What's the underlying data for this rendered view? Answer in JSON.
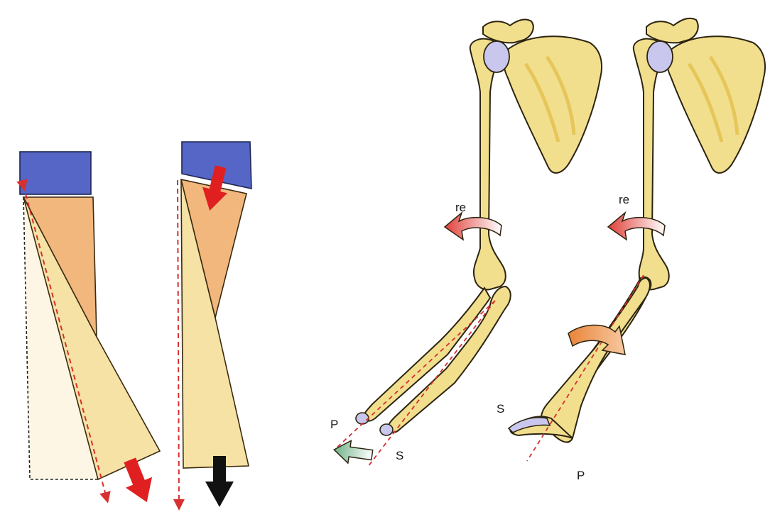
{
  "labels": {
    "left_arm_rotation": "re",
    "right_arm_rotation": "re",
    "left_arm_radius": "P",
    "left_arm_ulna": "S",
    "right_arm_ulna": "S",
    "right_arm_radius": "P"
  },
  "colors": {
    "block_blue": "#5566c6",
    "wedge_orange": "#f1b77d",
    "wedge_cream": "#f6e2a5",
    "ghost_cream": "#fdf6e4",
    "bone_fill": "#f2df8e",
    "bone_shade": "#e6c65a",
    "bone_outline": "#2c2410",
    "joint_lilac": "#c9c7ee",
    "arrow_red": "#e02020",
    "arrow_black": "#111111",
    "arrow_green": "#6fb287",
    "rotation_red": "#e0403a",
    "rotation_orange": "#e9843a",
    "axis_dash_red": "#d63030"
  },
  "icons": {
    "force_arrow": "thick-arrow-icon",
    "rotation": "curved-rotation-arrow-icon",
    "pronation_arrow": "hollow-arrow-icon"
  }
}
